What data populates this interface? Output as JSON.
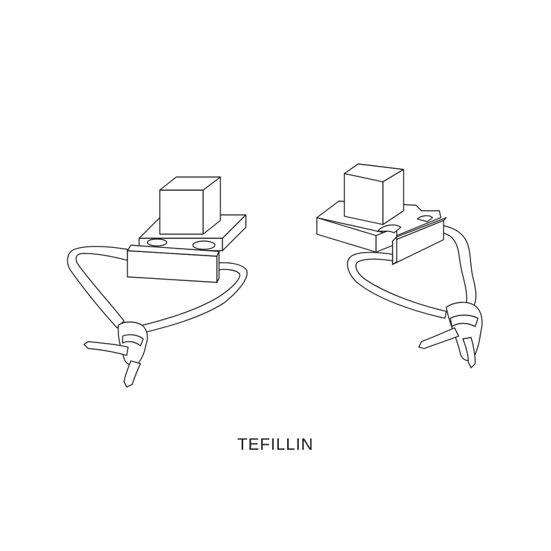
{
  "caption": "TEFILLIN",
  "colors": {
    "background": "#ffffff",
    "stroke": "#1a1a1a",
    "fill": "#ffffff"
  },
  "illustration": {
    "items": [
      {
        "name": "left-tefillin",
        "icon": "tefillin-box-with-strap"
      },
      {
        "name": "right-tefillin",
        "icon": "tefillin-box-with-strap"
      }
    ]
  }
}
